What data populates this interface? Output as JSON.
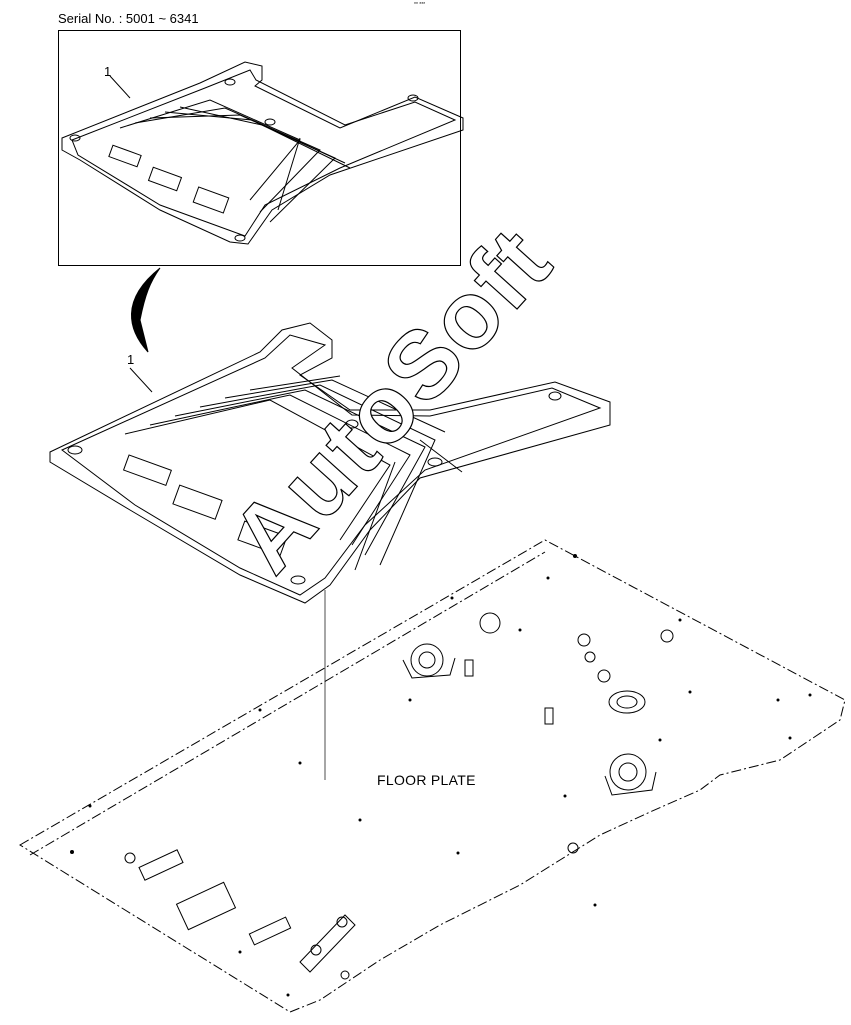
{
  "header": {
    "serial_label": "Serial No. : 5001 ~ 6341",
    "tiny_mark": "** ***"
  },
  "inset": {
    "callout": "1"
  },
  "main": {
    "callout": "1",
    "floor_label": "FLOOR PLATE"
  },
  "watermark": "AutoSoft"
}
